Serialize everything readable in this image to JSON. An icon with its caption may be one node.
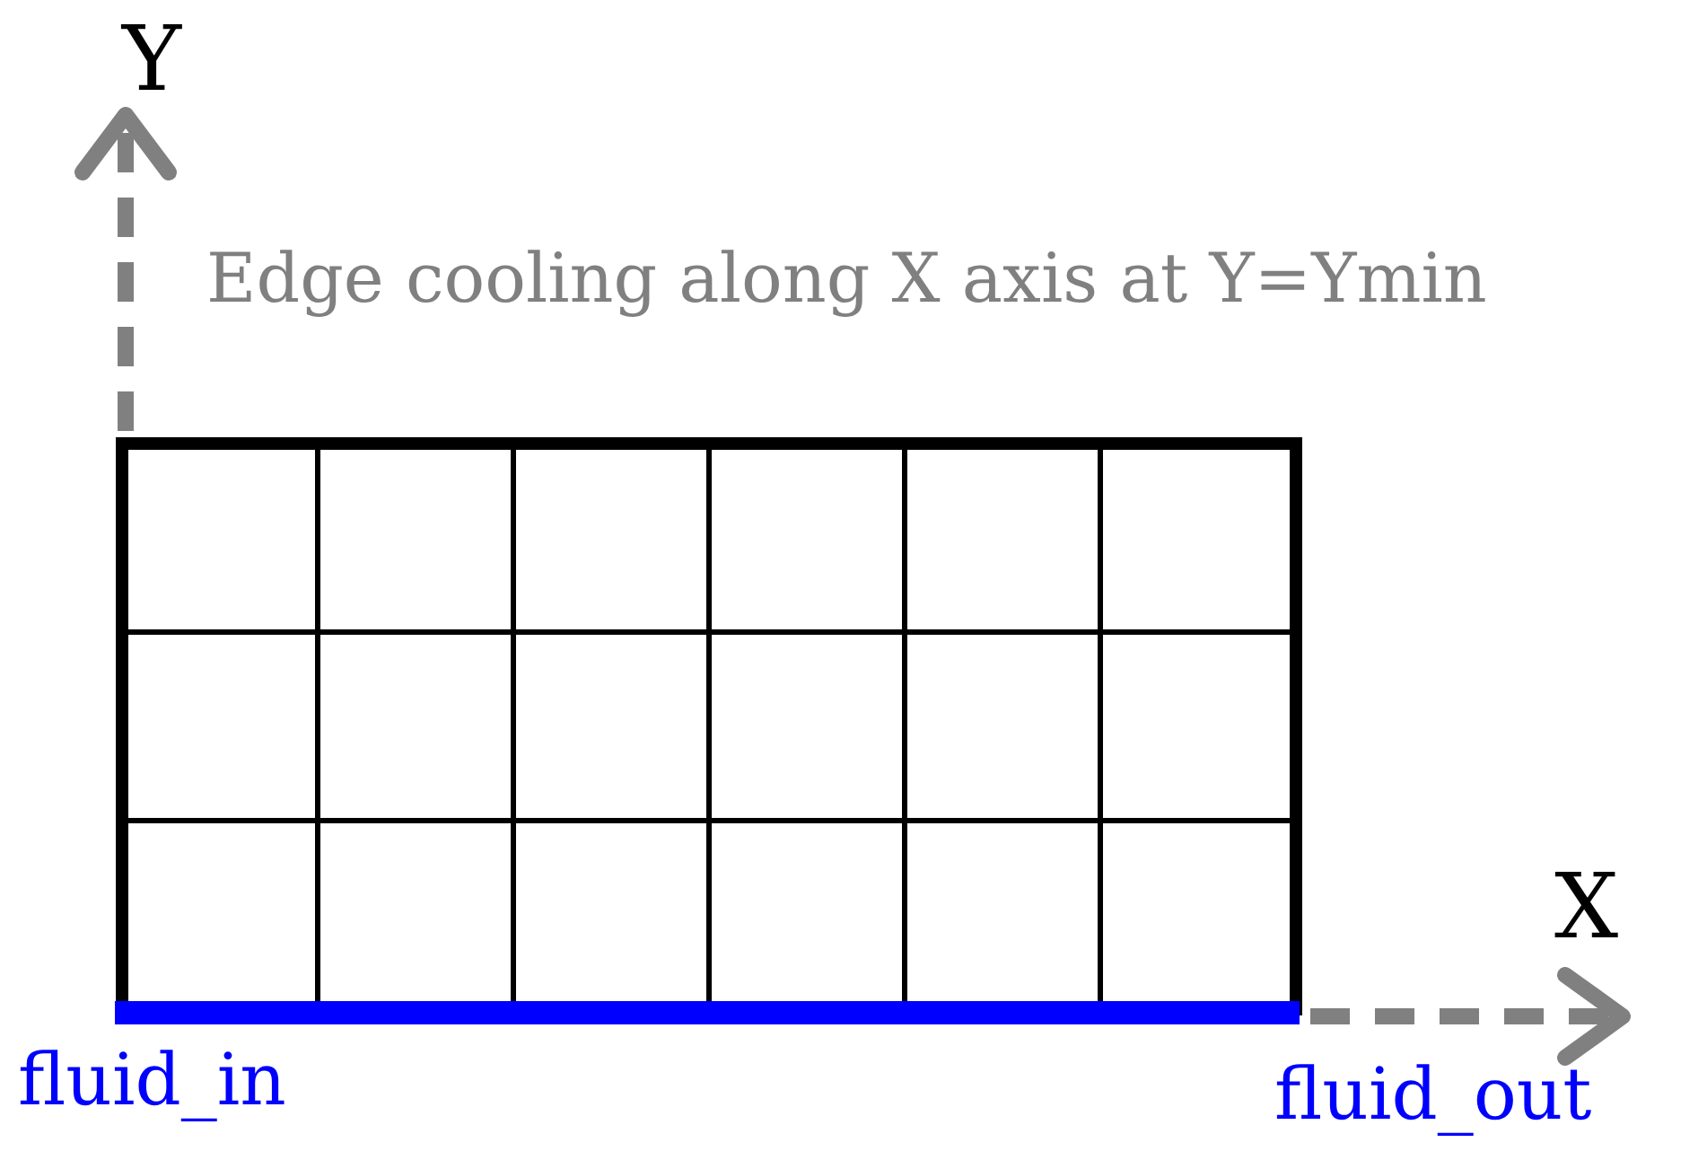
{
  "diagram": {
    "labels": [
      "Y",
      "Edge cooling along X axis at Y=Ymin",
      "X",
      "fluid_in",
      "fluid_out"
    ]
  }
}
